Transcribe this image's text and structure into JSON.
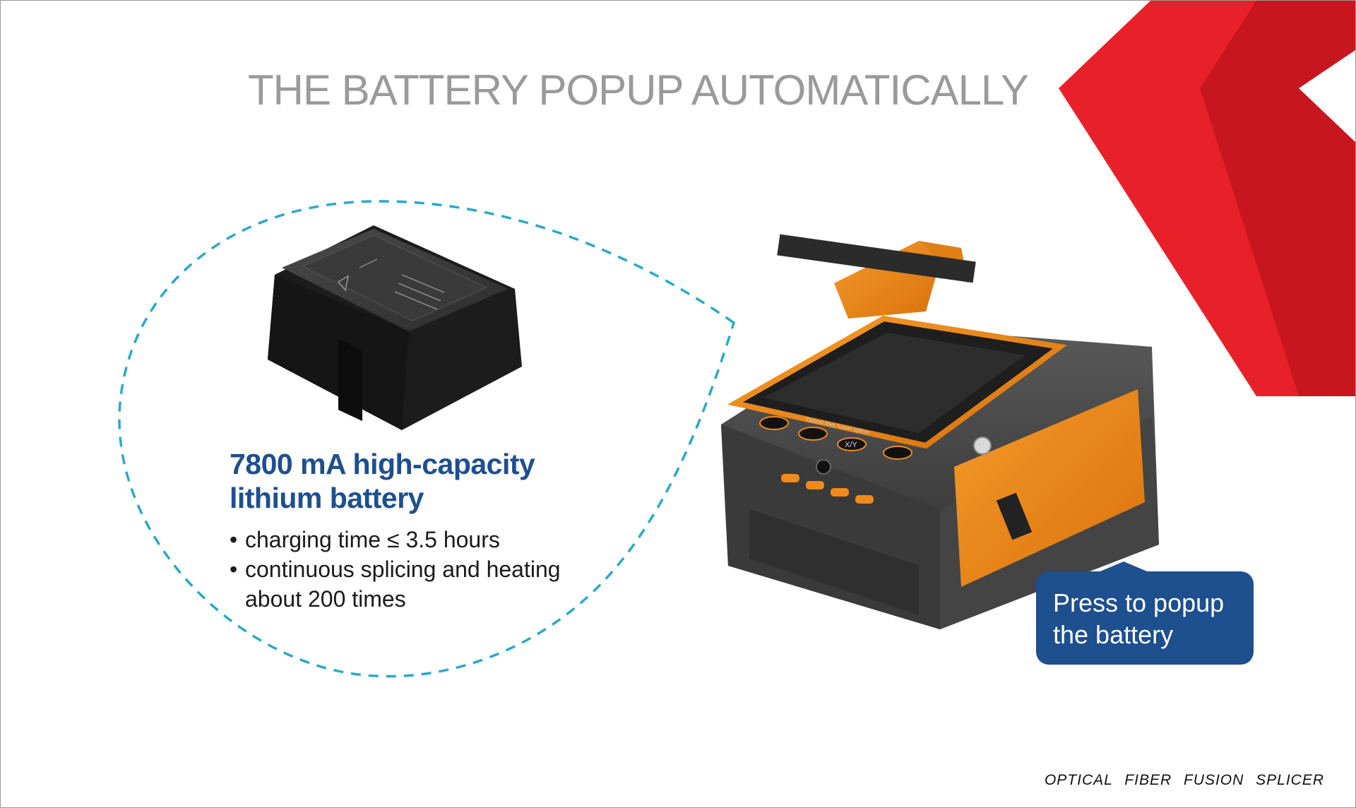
{
  "title": "THE BATTERY POPUP AUTOMATICALLY",
  "feature": {
    "heading_line1": "7800 mA high-capacity",
    "heading_line2": "lithium battery",
    "bullets": [
      "charging time ≤ 3.5 hours",
      "continuous splicing and heating",
      "about 200 times"
    ]
  },
  "callout": {
    "line1": "Press to popup",
    "line2": "the battery"
  },
  "device": {
    "screen_label": "Optical fiber fusion splicer",
    "button_xy": "X/Y"
  },
  "footer": "OPTICAL FIBER FUSION SPLICER",
  "colors": {
    "accent_red": "#e8202a",
    "dark_red": "#c8161e",
    "brand_blue": "#1e4f8e",
    "dashed_outline": "#2aa9c9",
    "device_orange": "#f08a1c"
  }
}
